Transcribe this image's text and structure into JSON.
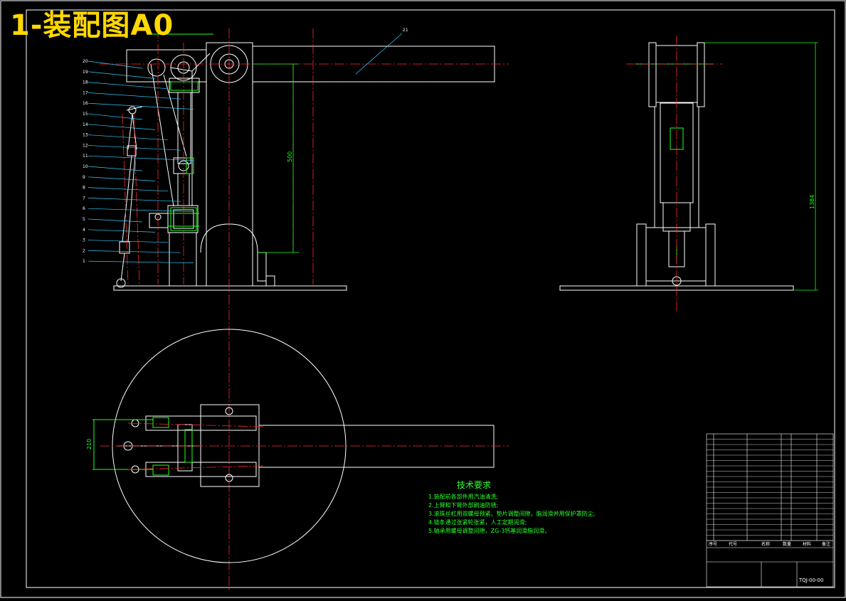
{
  "drawing": {
    "title": "1-装配图A0",
    "colors": {
      "background": "#000000",
      "outline": "#ffffff",
      "centerline": "#ff2a2a",
      "dimension": "#1aff1a",
      "leader": "#33ccff",
      "title": "#ffd800"
    },
    "dimensions": {
      "height_upper_arm": "500",
      "overall_height": "1384",
      "base_width": "210"
    },
    "balloons": [
      "21",
      "20",
      "19",
      "18",
      "17",
      "16",
      "15",
      "14",
      "13",
      "12",
      "11",
      "10",
      "9",
      "8",
      "7",
      "6",
      "5",
      "4",
      "3",
      "2",
      "1"
    ],
    "tech_requirements": {
      "title": "技术要求",
      "lines": [
        "1.装配前各部件用汽油清洗;",
        "2.上臂和下臂外部刷油防锈;",
        "3.滚珠丝杠用双螺母预紧，垫片调整间隙，脂润滑并用保护罩防尘;",
        "4.链条通过张紧轮张紧，人工定期润滑;",
        "5.轴承用螺母调整间隙，ZG-3钙基润滑脂润滑。"
      ]
    },
    "title_block": {
      "headers": [
        "序号",
        "代号",
        "名称",
        "数量",
        "材料",
        "备注"
      ],
      "drawing_number": "TQJ-00-00"
    }
  }
}
